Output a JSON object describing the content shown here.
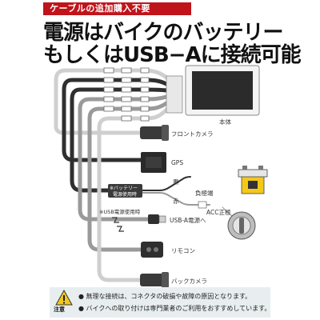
{
  "badge": "ケーブルの追加購入不要",
  "headline": {
    "line1": "電源はバイクのバッテリー",
    "line2": "もしくはUSB−Aに接続可能"
  },
  "labels": {
    "main_unit": "本体",
    "front_camera": "フロントカメラ",
    "gps": "GPS",
    "battery_tag_1": "※バッテリー",
    "battery_tag_2": "電源使用時",
    "black": "黒",
    "red": "赤",
    "negative_terminal": "負極端",
    "acc": "ACC正極",
    "usb_note": "※USB電源使用時",
    "usb_power": "USB-A電源へ",
    "remote": "リモコン",
    "back_camera": "バックカメラ"
  },
  "notice": {
    "icon_label": "注意",
    "line1": "● 無理な接続は、コネクタの破損や故障の原因となります。",
    "line2": "● バイクへの取り付けは専門業者のご利用をおすすめしています。"
  },
  "colors": {
    "accent_red": "#c0141b",
    "cable_dark": "#2f2f2f",
    "cable_gray": "#9a9a9a",
    "cable_light": "#cfcfcf",
    "notice_bg": "#e8eef0",
    "warning_yellow": "#f2c81a"
  }
}
